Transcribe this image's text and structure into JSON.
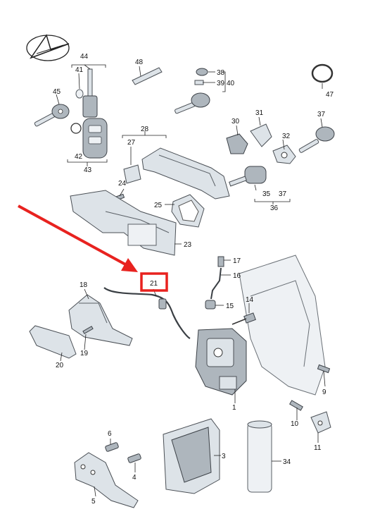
{
  "parts": [
    {
      "id": "p1",
      "label": "1"
    },
    {
      "id": "p3",
      "label": "3"
    },
    {
      "id": "p4",
      "label": "4"
    },
    {
      "id": "p5",
      "label": "5"
    },
    {
      "id": "p6",
      "label": "6"
    },
    {
      "id": "p9",
      "label": "9"
    },
    {
      "id": "p10",
      "label": "10"
    },
    {
      "id": "p11",
      "label": "11"
    },
    {
      "id": "p14",
      "label": "14"
    },
    {
      "id": "p15",
      "label": "15"
    },
    {
      "id": "p16",
      "label": "16"
    },
    {
      "id": "p17",
      "label": "17"
    },
    {
      "id": "p18",
      "label": "18"
    },
    {
      "id": "p19",
      "label": "19"
    },
    {
      "id": "p20",
      "label": "20"
    },
    {
      "id": "p21",
      "label": "21"
    },
    {
      "id": "p23",
      "label": "23"
    },
    {
      "id": "p24",
      "label": "24"
    },
    {
      "id": "p25",
      "label": "25"
    },
    {
      "id": "p27",
      "label": "27"
    },
    {
      "id": "p28",
      "label": "28"
    },
    {
      "id": "p30",
      "label": "30"
    },
    {
      "id": "p31",
      "label": "31"
    },
    {
      "id": "p32",
      "label": "32"
    },
    {
      "id": "p34",
      "label": "34"
    },
    {
      "id": "p35",
      "label": "35"
    },
    {
      "id": "p36",
      "label": "36"
    },
    {
      "id": "p37a",
      "label": "37"
    },
    {
      "id": "p37b",
      "label": "37"
    },
    {
      "id": "p38",
      "label": "38"
    },
    {
      "id": "p39",
      "label": "39"
    },
    {
      "id": "p40",
      "label": "40"
    },
    {
      "id": "p41",
      "label": "41"
    },
    {
      "id": "p42",
      "label": "42"
    },
    {
      "id": "p43",
      "label": "43"
    },
    {
      "id": "p44",
      "label": "44"
    },
    {
      "id": "p45",
      "label": "45"
    },
    {
      "id": "p47",
      "label": "47"
    },
    {
      "id": "p48",
      "label": "48"
    }
  ],
  "highlight": {
    "part": "21",
    "color": "#e8221f"
  }
}
